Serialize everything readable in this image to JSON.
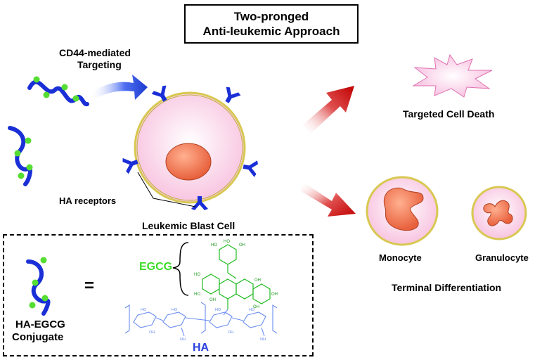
{
  "title": {
    "line1": "Two-pronged",
    "line2": "Anti-leukemic Approach"
  },
  "labels": {
    "targeting_line1": "CD44-mediated",
    "targeting_line2": "Targeting",
    "ha_receptors": "HA receptors",
    "leukemic_blast_cell": "Leukemic Blast Cell",
    "targeted_cell_death": "Targeted Cell Death",
    "monocyte": "Monocyte",
    "granulocyte": "Granulocyte",
    "terminal_differentiation": "Terminal Differentiation"
  },
  "legend": {
    "conjugate_line1": "HA-EGCG",
    "conjugate_line2": "Conjugate",
    "equals": "=",
    "egcg": "EGCG",
    "ha": "HA"
  },
  "colors": {
    "polymer": "#1a2fd6",
    "egcg_dot": "#55dd33",
    "receptor": "#1a2fd6",
    "cell_fill": "#fde4f0",
    "cell_border": "#d8c850",
    "nucleus": "#f07050",
    "arrow_red": "#cc0000",
    "arrow_blue": "#2a50e0",
    "egcg_text": "#3ddc2a",
    "ha_text": "#2a40dd"
  }
}
